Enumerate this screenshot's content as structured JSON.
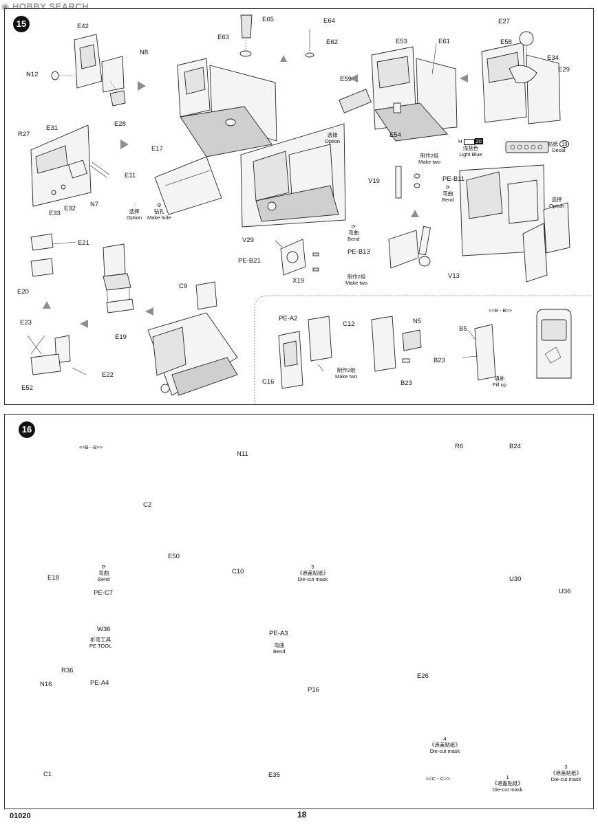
{
  "watermark": "HOBBY SEARCH",
  "page_number": "18",
  "kit_number": "01020",
  "steps": [
    {
      "number": "15"
    },
    {
      "number": "16"
    }
  ],
  "step15": {
    "parts": {
      "E42": "E42",
      "N8": "N8",
      "N12": "N12",
      "E28": "E28",
      "E65": "E65",
      "E63": "E63",
      "E64": "E64",
      "E62": "E62",
      "E53": "E53",
      "E61": "E61",
      "E59": "E59",
      "E54": "E54",
      "E27": "E27",
      "E58": "E58",
      "E34": "E34",
      "E29": "E29",
      "R27": "R27",
      "E31": "E31",
      "E11": "E11",
      "E32": "E32",
      "E33": "E33",
      "N7": "N7",
      "E17": "E17",
      "V19": "V19",
      "PE_B11": "PE-B11",
      "V13": "V13",
      "V29": "V29",
      "PE_B21": "PE-B21",
      "PE_B13": "PE-B13",
      "X19": "X19",
      "E21": "E21",
      "E20": "E20",
      "E19": "E19",
      "C9": "C9",
      "E23": "E23",
      "E52": "E52",
      "E22": "E22",
      "PE_A2": "PE-A2",
      "C12": "C12",
      "C16": "C16",
      "N5": "N5",
      "B23": "B23",
      "B5": "B5",
      "B23b": "B23"
    },
    "notes": {
      "option_cn": "选择",
      "option_en": "Option",
      "make_hole_cn": "钻孔",
      "make_hole_en": "Make hole",
      "bend_cn": "弯曲",
      "bend_en": "Bend",
      "make_two_cn": "制作2组",
      "make_two_en": "Make two",
      "light_blue_cn": "浅蓝色",
      "light_blue_en": "Light Blue",
      "color_code": "20",
      "decal_cn": "贴纸",
      "decal_en": "Decal",
      "decal_no": "19",
      "fill_up_cn": "填补",
      "fill_up_en": "Fill up"
    },
    "section_bb": "<<B - B>>"
  },
  "step16": {
    "parts": {
      "N11": "N11",
      "C2": "C2",
      "E50": "E50",
      "E18": "E18",
      "R6": "R6",
      "B24": "B24",
      "U30": "U30",
      "U36": "U36",
      "C10": "C10",
      "PE_A3": "PE-A3",
      "PE_C7": "PE-C7",
      "W36": "W36",
      "N16": "N16",
      "R36": "R36",
      "PE_A4": "PE-A4",
      "C1": "C1",
      "E35": "E35",
      "P16": "P16",
      "E26": "E26"
    },
    "notes": {
      "bend_cn": "弯曲",
      "bend_en": "Bend",
      "pe_tool_cn": "折弯工具",
      "pe_tool_en": "PE   TOOL",
      "mask5_no": "5",
      "mask5_cn": "《遮盖贴纸》",
      "mask5_en": "Die-cut mask",
      "mask4_no": "4",
      "mask4_cn": "《遮盖贴纸》",
      "mask4_en": "Die-cut mask",
      "mask3_no": "3",
      "mask3_cn": "《遮盖贴纸》",
      "mask3_en": "Die-cut mask",
      "mask1_no": "1",
      "mask1_cn": "《遮盖贴纸》",
      "mask1_en": "Die-cut mask"
    },
    "section_bb": "<<B - B>>",
    "section_cc": "<<C - C>>"
  }
}
